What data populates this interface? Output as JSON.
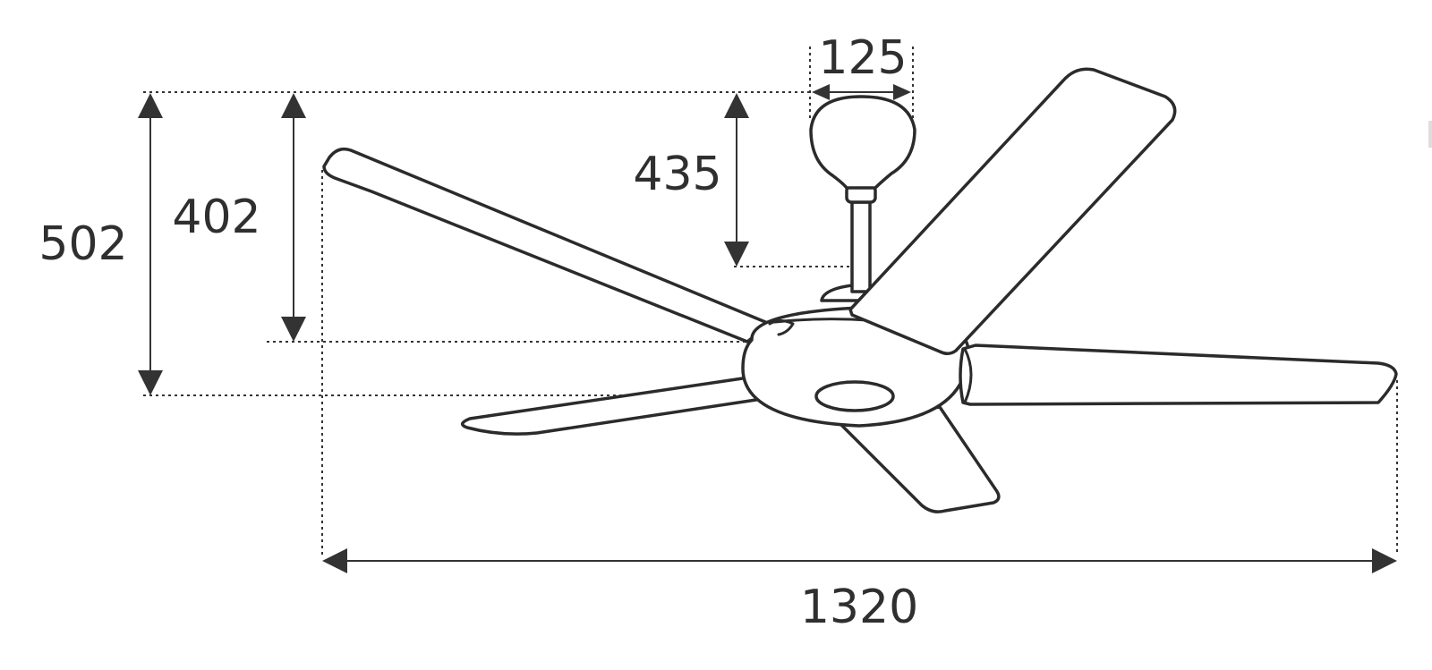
{
  "diagram": {
    "dimensions": {
      "mount_width": "125",
      "downrod_height": "435",
      "blade_height": "402",
      "total_height": "502",
      "blade_span": "1320"
    }
  }
}
